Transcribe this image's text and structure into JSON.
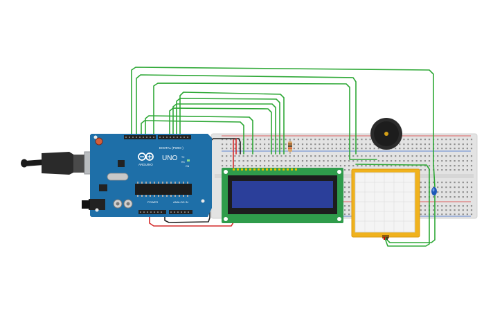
{
  "arduino": {
    "logo_text": "ARDUINO",
    "model_text": "UNO",
    "digital_label": "DIGITAL (PWM~)",
    "power_label": "POWER",
    "analog_label": "ANALOG IN",
    "tx_label": "TX",
    "rx_label": "RX",
    "on_label": "ON"
  },
  "colors": {
    "wire_signal": "#2ea836",
    "wire_power": "#d42a2a",
    "wire_ground": "#222222",
    "board": "#1e6fa8",
    "breadboard": "#e6e6e6",
    "lcd_pcb": "#2f9c4b",
    "lcd_screen": "#2b3f9a",
    "touch_frame": "#f0b21d",
    "buzzer": "#2b2b2b",
    "led": "#1e58b8"
  },
  "components": [
    "arduino-uno",
    "breadboard",
    "lcd-16x2",
    "touch-panel",
    "piezo-buzzer",
    "resistor",
    "led"
  ]
}
